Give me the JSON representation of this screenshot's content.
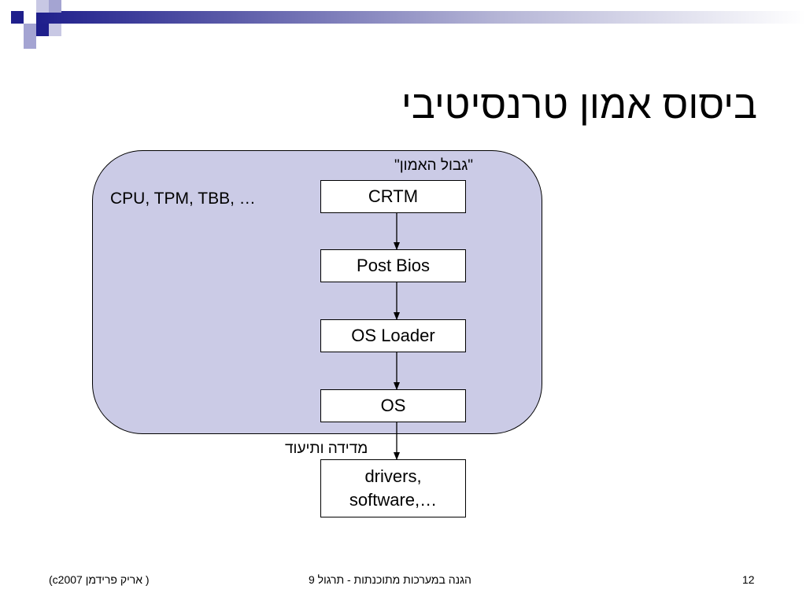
{
  "slide": {
    "title": "ביסוס אמון טרנסיטיבי",
    "trust_boundary_label": "\"גבול האמון\"",
    "components_label": "CPU, TPM, TBB, …",
    "chain": [
      {
        "label": "CRTM"
      },
      {
        "label": "Post Bios"
      },
      {
        "label": "OS Loader"
      },
      {
        "label": "OS"
      }
    ],
    "measure_label": "מדידה ותיעוד",
    "external": {
      "line1": "drivers,",
      "line2": "software,…"
    }
  },
  "footer": {
    "left": "(c2007 אריק פרידמן )",
    "center": "הגנה במערכות מתוכנתות - תרגול 9",
    "page_number": "12"
  },
  "colors": {
    "trust_zone_fill": "#cbcbe6",
    "decor_dark": "#1f1f8c",
    "decor_light": "#a4a4d2"
  }
}
